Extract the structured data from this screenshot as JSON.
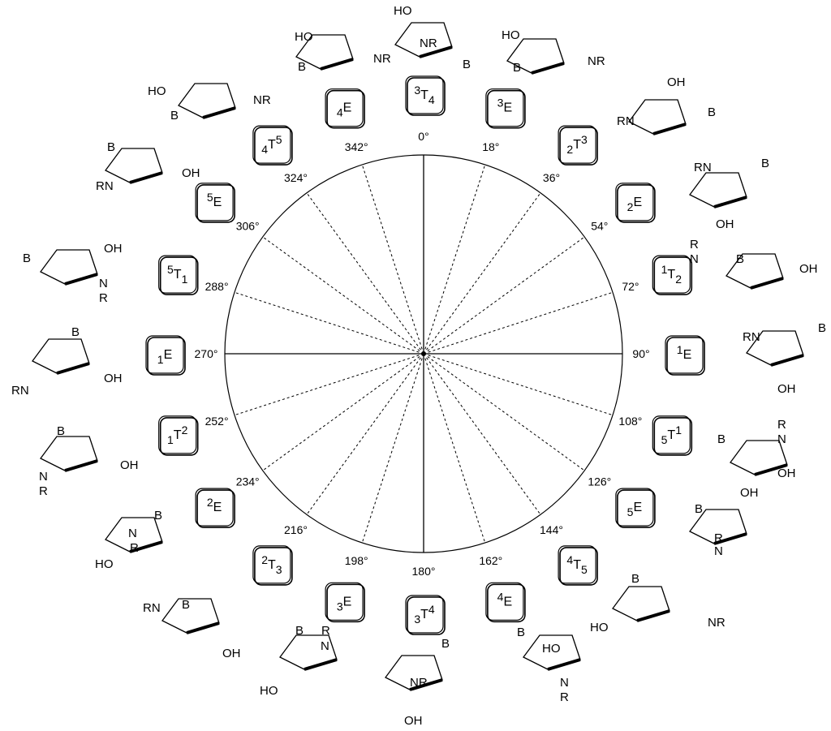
{
  "angle_labels": [
    "0°",
    "18°",
    "36°",
    "54°",
    "72°",
    "90°",
    "108°",
    "126°",
    "144°",
    "162°",
    "180°",
    "198°",
    "216°",
    "234°",
    "252°",
    "270°",
    "288°",
    "306°",
    "324°",
    "342°"
  ],
  "conformations": [
    {
      "pre_sup": "3",
      "pre_sub": "",
      "main": "T",
      "post_sup": "",
      "post_sub": "4"
    },
    {
      "pre_sup": "3",
      "pre_sub": "",
      "main": "E",
      "post_sup": "",
      "post_sub": ""
    },
    {
      "pre_sup": "",
      "pre_sub": "2",
      "main": "T",
      "post_sup": "3",
      "post_sub": ""
    },
    {
      "pre_sup": "",
      "pre_sub": "2",
      "main": "E",
      "post_sup": "",
      "post_sub": ""
    },
    {
      "pre_sup": "1",
      "pre_sub": "",
      "main": "T",
      "post_sup": "",
      "post_sub": "2"
    },
    {
      "pre_sup": "1",
      "pre_sub": "",
      "main": "E",
      "post_sup": "",
      "post_sub": ""
    },
    {
      "pre_sup": "",
      "pre_sub": "5",
      "main": "T",
      "post_sup": "1",
      "post_sub": ""
    },
    {
      "pre_sup": "",
      "pre_sub": "5",
      "main": "E",
      "post_sup": "",
      "post_sub": ""
    },
    {
      "pre_sup": "4",
      "pre_sub": "",
      "main": "T",
      "post_sup": "",
      "post_sub": "5"
    },
    {
      "pre_sup": "4",
      "pre_sub": "",
      "main": "E",
      "post_sup": "",
      "post_sub": ""
    },
    {
      "pre_sup": "",
      "pre_sub": "3",
      "main": "T",
      "post_sup": "4",
      "post_sub": ""
    },
    {
      "pre_sup": "",
      "pre_sub": "3",
      "main": "E",
      "post_sup": "",
      "post_sub": ""
    },
    {
      "pre_sup": "2",
      "pre_sub": "",
      "main": "T",
      "post_sup": "",
      "post_sub": "3"
    },
    {
      "pre_sup": "2",
      "pre_sub": "",
      "main": "E",
      "post_sup": "",
      "post_sub": ""
    },
    {
      "pre_sup": "",
      "pre_sub": "1",
      "main": "T",
      "post_sup": "2",
      "post_sub": ""
    },
    {
      "pre_sup": "",
      "pre_sub": "1",
      "main": "E",
      "post_sup": "",
      "post_sub": ""
    },
    {
      "pre_sup": "5",
      "pre_sub": "",
      "main": "T",
      "post_sup": "",
      "post_sub": "1"
    },
    {
      "pre_sup": "5",
      "pre_sub": "",
      "main": "E",
      "post_sup": "",
      "post_sub": ""
    },
    {
      "pre_sup": "",
      "pre_sub": "4",
      "main": "T",
      "post_sup": "5",
      "post_sub": ""
    },
    {
      "pre_sup": "",
      "pre_sub": "4",
      "main": "E",
      "post_sup": "",
      "post_sub": ""
    }
  ],
  "molecules": [
    {
      "labels": [
        "HO",
        "NR",
        "B"
      ]
    },
    {
      "labels": [
        "HO",
        "B",
        "NR"
      ]
    },
    {
      "labels": [
        "OH",
        "RN",
        "B"
      ]
    },
    {
      "labels": [
        "RN",
        "B",
        "OH"
      ]
    },
    {
      "labels": [
        "R",
        "N",
        "B",
        "OH"
      ]
    },
    {
      "labels": [
        "RN",
        "B",
        "OH"
      ]
    },
    {
      "labels": [
        "B",
        "R",
        "N",
        "OH"
      ]
    },
    {
      "labels": [
        "B",
        "OH",
        "R",
        "N"
      ]
    },
    {
      "labels": [
        "B",
        "HO",
        "NR"
      ]
    },
    {
      "labels": [
        "B",
        "HO",
        "R",
        "N"
      ]
    },
    {
      "labels": [
        "B",
        "NR",
        "OH"
      ]
    },
    {
      "labels": [
        "B",
        "R",
        "N",
        "HO"
      ]
    },
    {
      "labels": [
        "B",
        "RN",
        "OH"
      ]
    },
    {
      "labels": [
        "N",
        "B",
        "R",
        "HO"
      ]
    },
    {
      "labels": [
        "B",
        "OH",
        "N",
        "R"
      ]
    },
    {
      "labels": [
        "B",
        "OH",
        "RN"
      ]
    },
    {
      "labels": [
        "B",
        "OH",
        "N",
        "R"
      ]
    },
    {
      "labels": [
        "B",
        "OH",
        "RN"
      ]
    },
    {
      "labels": [
        "HO",
        "NR",
        "B"
      ]
    },
    {
      "labels": [
        "HO",
        "NR",
        "B"
      ]
    }
  ]
}
